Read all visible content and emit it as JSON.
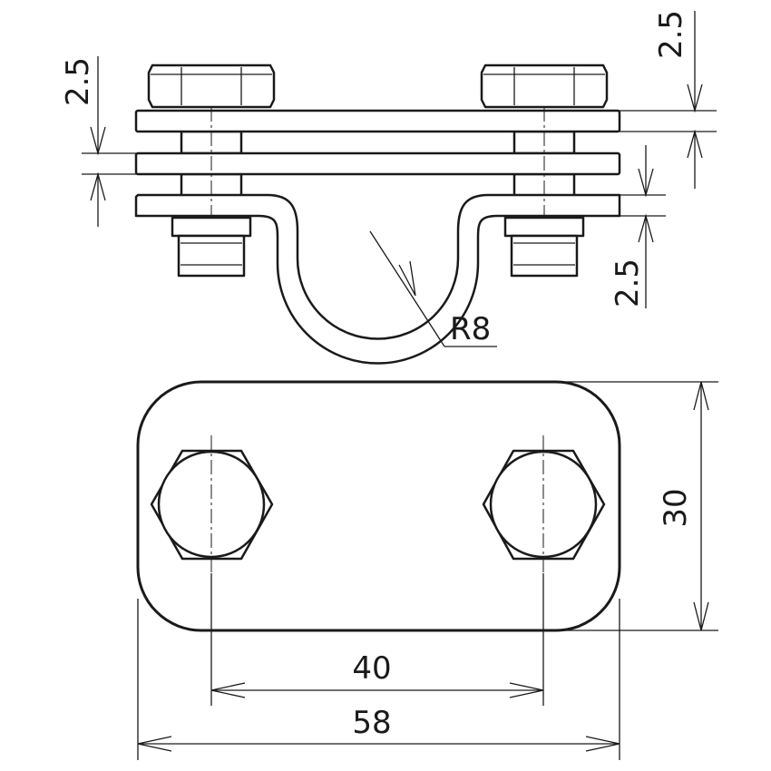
{
  "dimensions": {
    "plate_thickness_top_right": "2.5",
    "plate_thickness_left": "2.5",
    "plate_thickness_bottom_right": "2.5",
    "bend_radius": "R8",
    "height": "30",
    "hole_spacing": "40",
    "overall_length": "58"
  },
  "colors": {
    "line": "#1a1a1a",
    "background": "#ffffff"
  }
}
